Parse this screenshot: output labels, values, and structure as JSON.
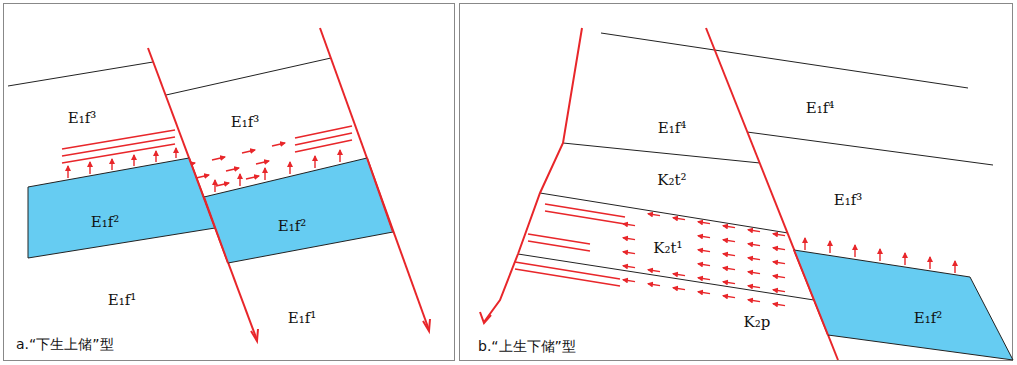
{
  "diagram": {
    "nodes": [
      {
        "text": [
          "E₁f²"
        ]
      },
      {
        "text": [
          "E₁f²"
        ]
      },
      {
        "text": [
          "E₁f²"
        ]
      }
    ],
    "labels": [
      "E₁f³",
      "E₁f³",
      "E₁f¹",
      "E₁f¹",
      "a.“下生上储”型",
      "E₁f⁴",
      "E₁f⁴",
      "K₂t²",
      "E₁f³",
      "K₂t¹",
      "K₂p",
      "b.“上生下储”型"
    ]
  }
}
